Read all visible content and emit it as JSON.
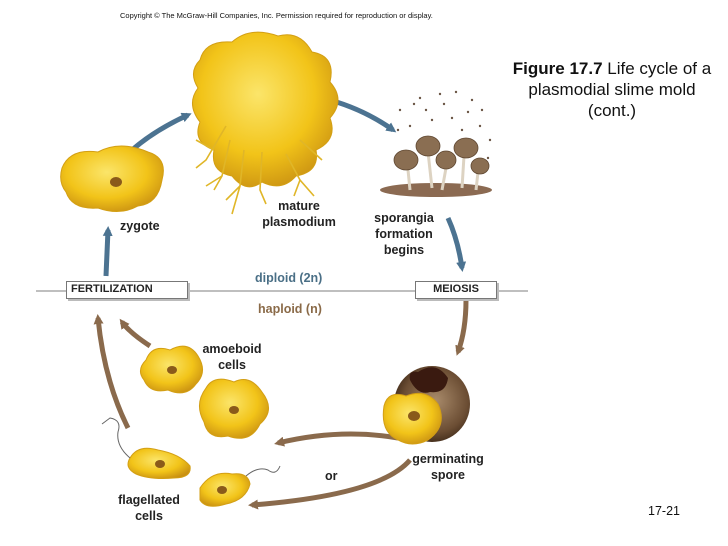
{
  "copyright": "Copyright © The McGraw-Hill Companies, Inc. Permission required for reproduction or display.",
  "title": {
    "bold": "Figure 17.7",
    "rest": " Life cycle of a plasmodial slime mold (cont.)"
  },
  "labels": {
    "zygote": "zygote",
    "mature_1": "mature",
    "mature_2": "plasmodium",
    "sporangia_1": "sporangia",
    "sporangia_2": "formation",
    "sporangia_3": "begins",
    "diploid": "diploid (2n)",
    "haploid": "haploid (n)",
    "fertilization": "FERTILIZATION",
    "meiosis": "MEIOSIS",
    "amoeboid_1": "amoeboid",
    "amoeboid_2": "cells",
    "germinating_1": "germinating",
    "germinating_2": "spore",
    "or": "or",
    "flagellated_1": "flagellated",
    "flagellated_2": "cells"
  },
  "page_number": "17-21",
  "colors": {
    "diploid_arrow": "#4c7391",
    "haploid_arrow": "#8a6a4c",
    "cell_yellow": "#f2c419",
    "cell_dark": "#c58a12"
  }
}
